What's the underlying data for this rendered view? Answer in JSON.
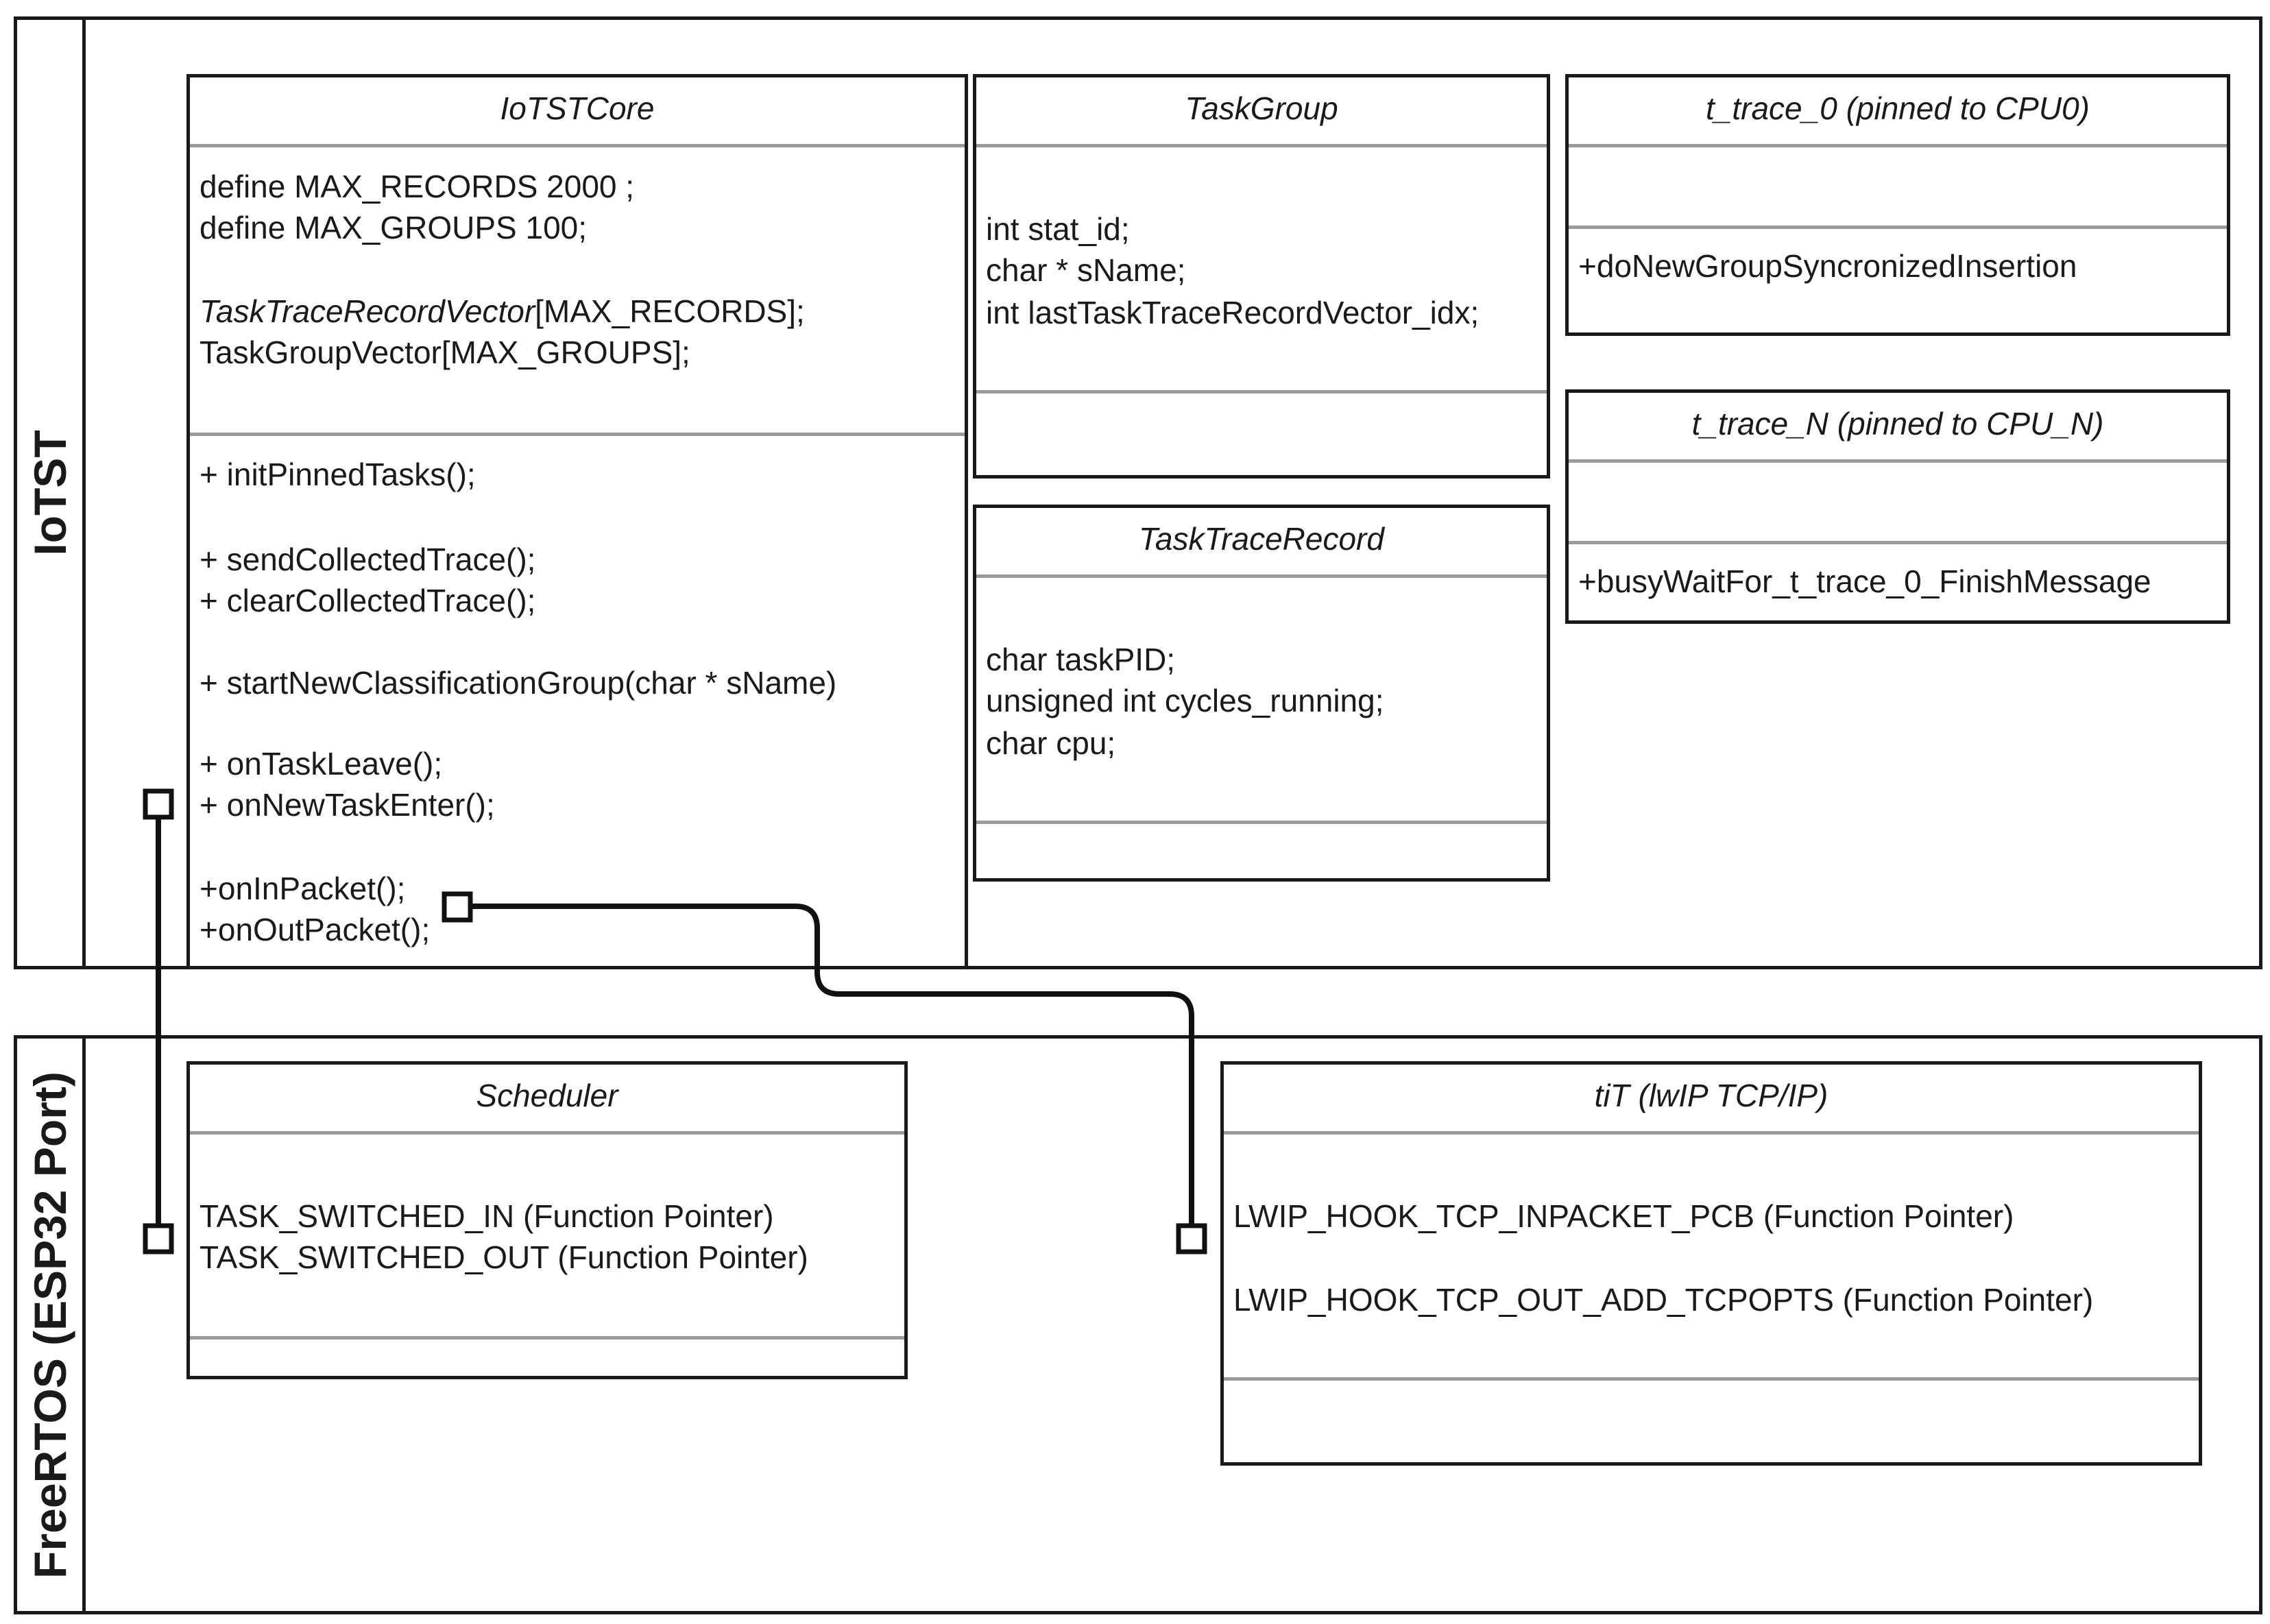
{
  "packages": {
    "iotst": "IoTST",
    "freertos": "FreeRTOS (ESP32 Port)"
  },
  "iotstcore": {
    "title": "IoTSTCore",
    "define_max_records": "define MAX_RECORDS  2000 ;",
    "define_max_groups": "define MAX_GROUPS  100;",
    "task_trace_record_vector_name": "TaskTraceRecordVector",
    "task_trace_record_vector_suffix": "[MAX_RECORDS];",
    "task_group_vector": "TaskGroupVector[MAX_GROUPS];",
    "methods": [
      "+ initPinnedTasks();",
      "+ sendCollectedTrace();",
      "+ clearCollectedTrace();",
      "+ startNewClassificationGroup(char * sName)",
      "+ onTaskLeave();",
      "+ onNewTaskEnter();",
      "+onInPacket();",
      "+onOutPacket();"
    ]
  },
  "taskgroup": {
    "title": "TaskGroup",
    "attributes": [
      "int stat_id;",
      "char * sName;",
      "int lastTaskTraceRecordVector_idx;"
    ]
  },
  "tasktracerecord": {
    "title": "TaskTraceRecord",
    "attributes": [
      "char taskPID;",
      "unsigned int cycles_running;",
      "char cpu;"
    ]
  },
  "t_trace_0": {
    "title": "t_trace_0 (pinned to CPU0)",
    "method": "+doNewGroupSyncronizedInsertion"
  },
  "t_trace_n": {
    "title": "t_trace_N (pinned to CPU_N)",
    "method": "+busyWaitFor_t_trace_0_FinishMessage"
  },
  "scheduler": {
    "title": "Scheduler",
    "attributes": [
      "TASK_SWITCHED_IN (Function Pointer)",
      "TASK_SWITCHED_OUT (Function Pointer)"
    ]
  },
  "tit": {
    "title": "tiT (lwIP TCP/IP)",
    "attributes": [
      "LWIP_HOOK_TCP_INPACKET_PCB (Function Pointer)",
      "LWIP_HOOK_TCP_OUT_ADD_TCPOPTS (Function Pointer)"
    ]
  }
}
